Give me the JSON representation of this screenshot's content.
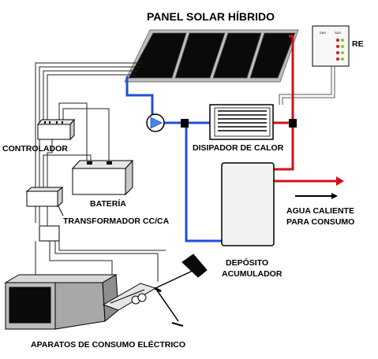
{
  "title": "PANEL SOLAR HÍBRIDO",
  "labels": {
    "regulator_cut": "RE",
    "controller": "CONTROLADOR",
    "heat_sink": "DISIPADOR DE CALOR",
    "battery": "BATERÍA",
    "transformer": "TRANSFORMADOR CC/CA",
    "hot_water_line1": "AGUA CALIENTE",
    "hot_water_line2": "PARA CONSUMO",
    "tank_line1": "DEPÓSITO",
    "tank_line2": "ACUMULADOR",
    "appliances": "APARATOS DE CONSUMO ELÉCTRICO",
    "regulator_col1": "SAS",
    "regulator_col2": "SAS"
  },
  "colors": {
    "hot_pipe": "#d0101a",
    "cold_pipe": "#1e4fd8",
    "panel_cell": "#0a0a0a",
    "panel_frame": "#c8c8c8",
    "led_red": "#e0141e",
    "led_green": "#7ed01e",
    "tank_fill": "#f2f2f2"
  },
  "icons": [
    "pump-icon",
    "heat-sink-icon",
    "lamp-icon",
    "fluorescent-light-icon",
    "monitor-icon"
  ]
}
